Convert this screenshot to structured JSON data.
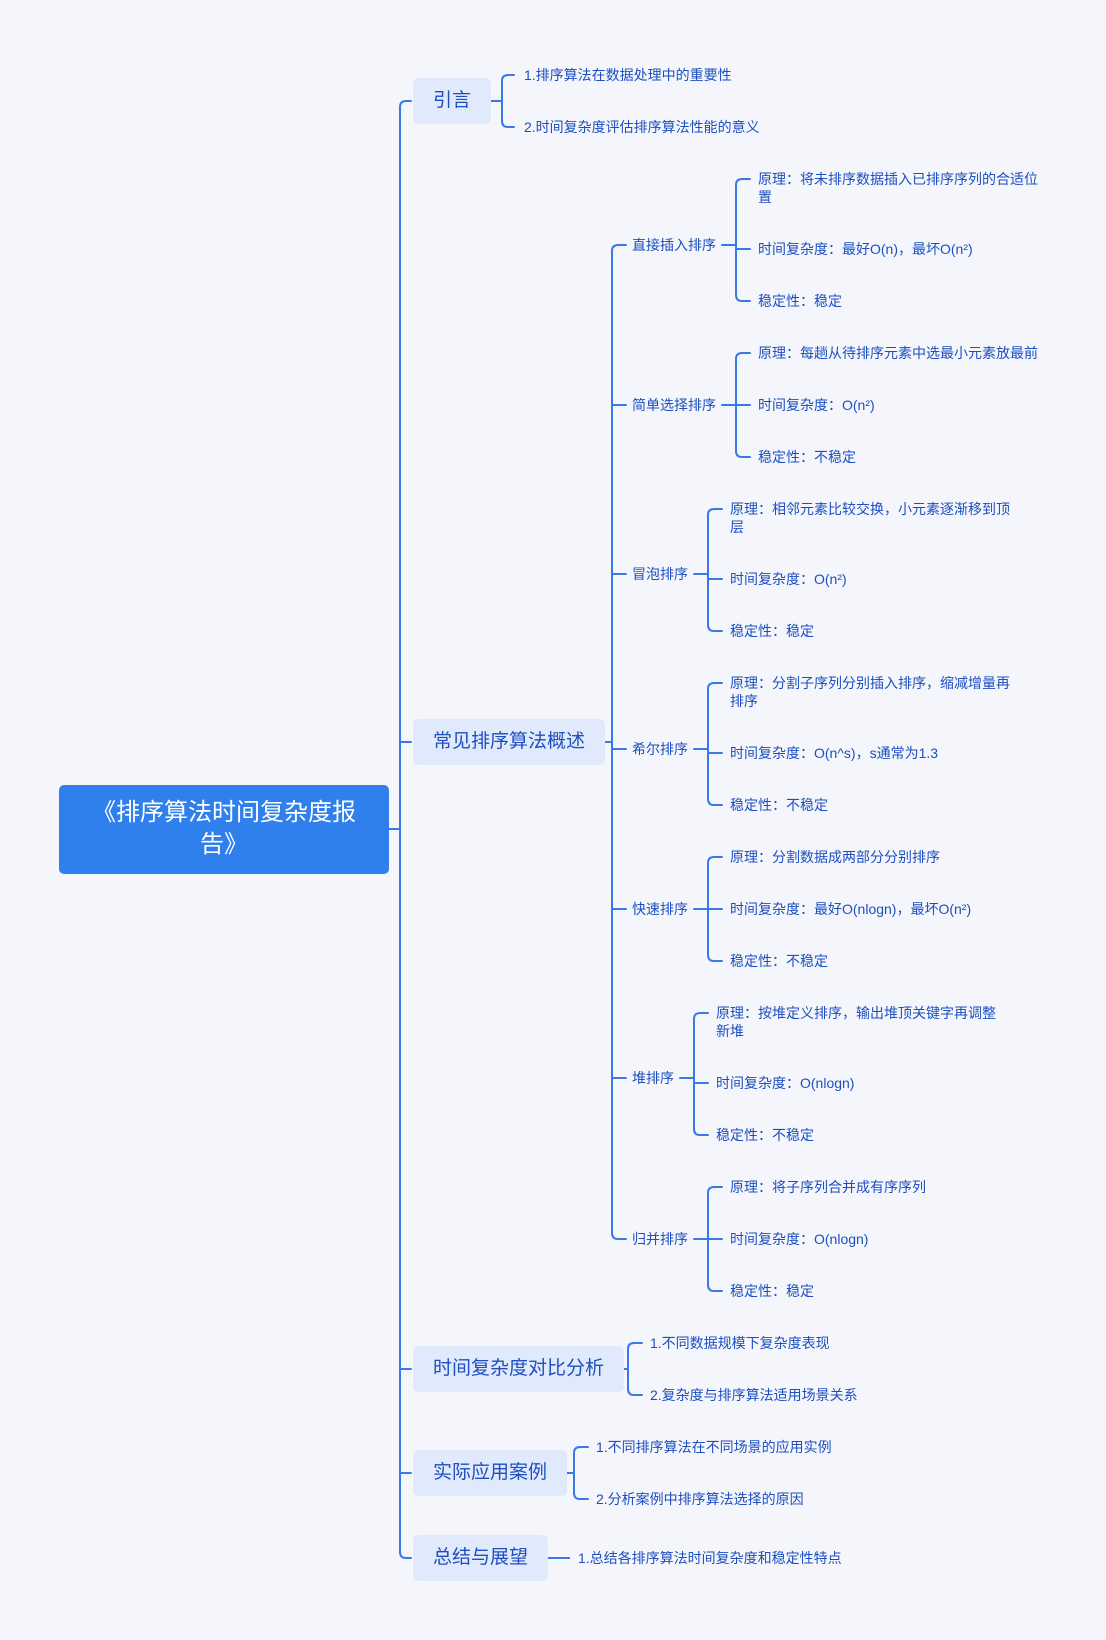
{
  "title": "《排序算法时间复杂度报告》",
  "colors": {
    "accent": "#2f80ed",
    "line": "#3a7ae6",
    "text": "#1e4fbf",
    "branch_bg": "#e1eafd",
    "background": "#f4f6fc"
  },
  "branches": [
    {
      "label": "引言",
      "items": [
        "1.排序算法在数据处理中的重要性",
        "2.时间复杂度评估排序算法性能的意义"
      ]
    },
    {
      "label": "常见排序算法概述",
      "algorithms": [
        {
          "label": "直接插入排序",
          "items": [
            "原理：将未排序数据插入已排序序列的合适位置",
            "时间复杂度：最好O(n)，最坏O(n²)",
            "稳定性：稳定"
          ]
        },
        {
          "label": "简单选择排序",
          "items": [
            "原理：每趟从待排序元素中选最小元素放最前",
            "时间复杂度：O(n²)",
            "稳定性：不稳定"
          ]
        },
        {
          "label": "冒泡排序",
          "items": [
            "原理：相邻元素比较交换，小元素逐渐移到顶层",
            "时间复杂度：O(n²)",
            "稳定性：稳定"
          ]
        },
        {
          "label": "希尔排序",
          "items": [
            "原理：分割子序列分别插入排序，缩减增量再排序",
            "时间复杂度：O(n^s)，s通常为1.3",
            "稳定性：不稳定"
          ]
        },
        {
          "label": "快速排序",
          "items": [
            "原理：分割数据成两部分分别排序",
            "时间复杂度：最好O(nlogn)，最坏O(n²)",
            "稳定性：不稳定"
          ]
        },
        {
          "label": "堆排序",
          "items": [
            "原理：按堆定义排序，输出堆顶关键字再调整新堆",
            "时间复杂度：O(nlogn)",
            "稳定性：不稳定"
          ]
        },
        {
          "label": "归并排序",
          "items": [
            "原理：将子序列合并成有序序列",
            "时间复杂度：O(nlogn)",
            "稳定性：稳定"
          ]
        }
      ]
    },
    {
      "label": "时间复杂度对比分析",
      "items": [
        "1.不同数据规模下复杂度表现",
        "2.复杂度与排序算法适用场景关系"
      ]
    },
    {
      "label": "实际应用案例",
      "items": [
        "1.不同排序算法在不同场景的应用实例",
        "2.分析案例中排序算法选择的原因"
      ]
    },
    {
      "label": "总结与展望",
      "items": [
        "1.总结各排序算法时间复杂度和稳定性特点"
      ]
    }
  ]
}
